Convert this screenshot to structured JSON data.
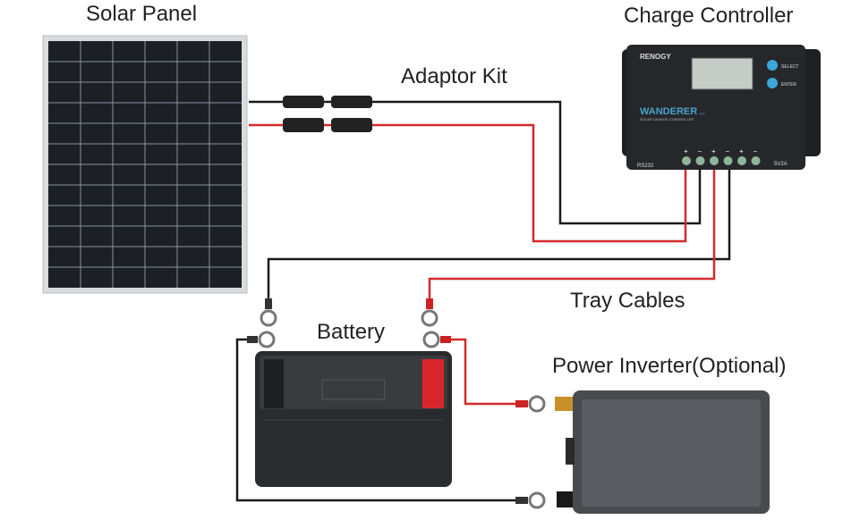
{
  "labels": {
    "solar_panel": "Solar Panel",
    "charge_controller": "Charge Controller",
    "adaptor_kit": "Adaptor Kit",
    "tray_cables": "Tray Cables",
    "battery": "Battery",
    "power_inverter": "Power Inverter(Optional)"
  },
  "controller": {
    "brand": "RENOGY",
    "model": "WANDERER",
    "model_suffix": "PG",
    "subtitle": "SOLAR CHARGE CONTROLLER",
    "select_label": "SELECT",
    "enter_label": "ENTER",
    "rs232_label": "RS232",
    "usb_label": "5V2A",
    "terminal_signs": [
      "+",
      "−",
      "+",
      "−",
      "+",
      "−"
    ]
  },
  "colors": {
    "positive_wire": "#d42a2a",
    "negative_wire": "#1a1a1a",
    "button_blue": "#3aa8d8",
    "model_text": "#4aa3c8"
  }
}
